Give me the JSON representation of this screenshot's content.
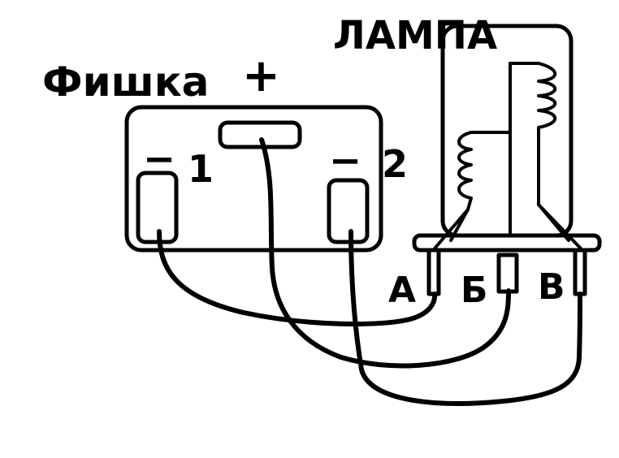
{
  "diagram": {
    "connector_label": "Фишка",
    "plus_sign": "+",
    "lamp_label": "ЛАМПА",
    "pin1_minus": "−",
    "pin1_number": "1",
    "pin2_minus": "−",
    "pin2_number": "2",
    "lamp_pin_a": "А",
    "lamp_pin_b": "Б",
    "lamp_pin_v": "В"
  },
  "colors": {
    "ink": "#000000",
    "paper": "#ffffff"
  }
}
